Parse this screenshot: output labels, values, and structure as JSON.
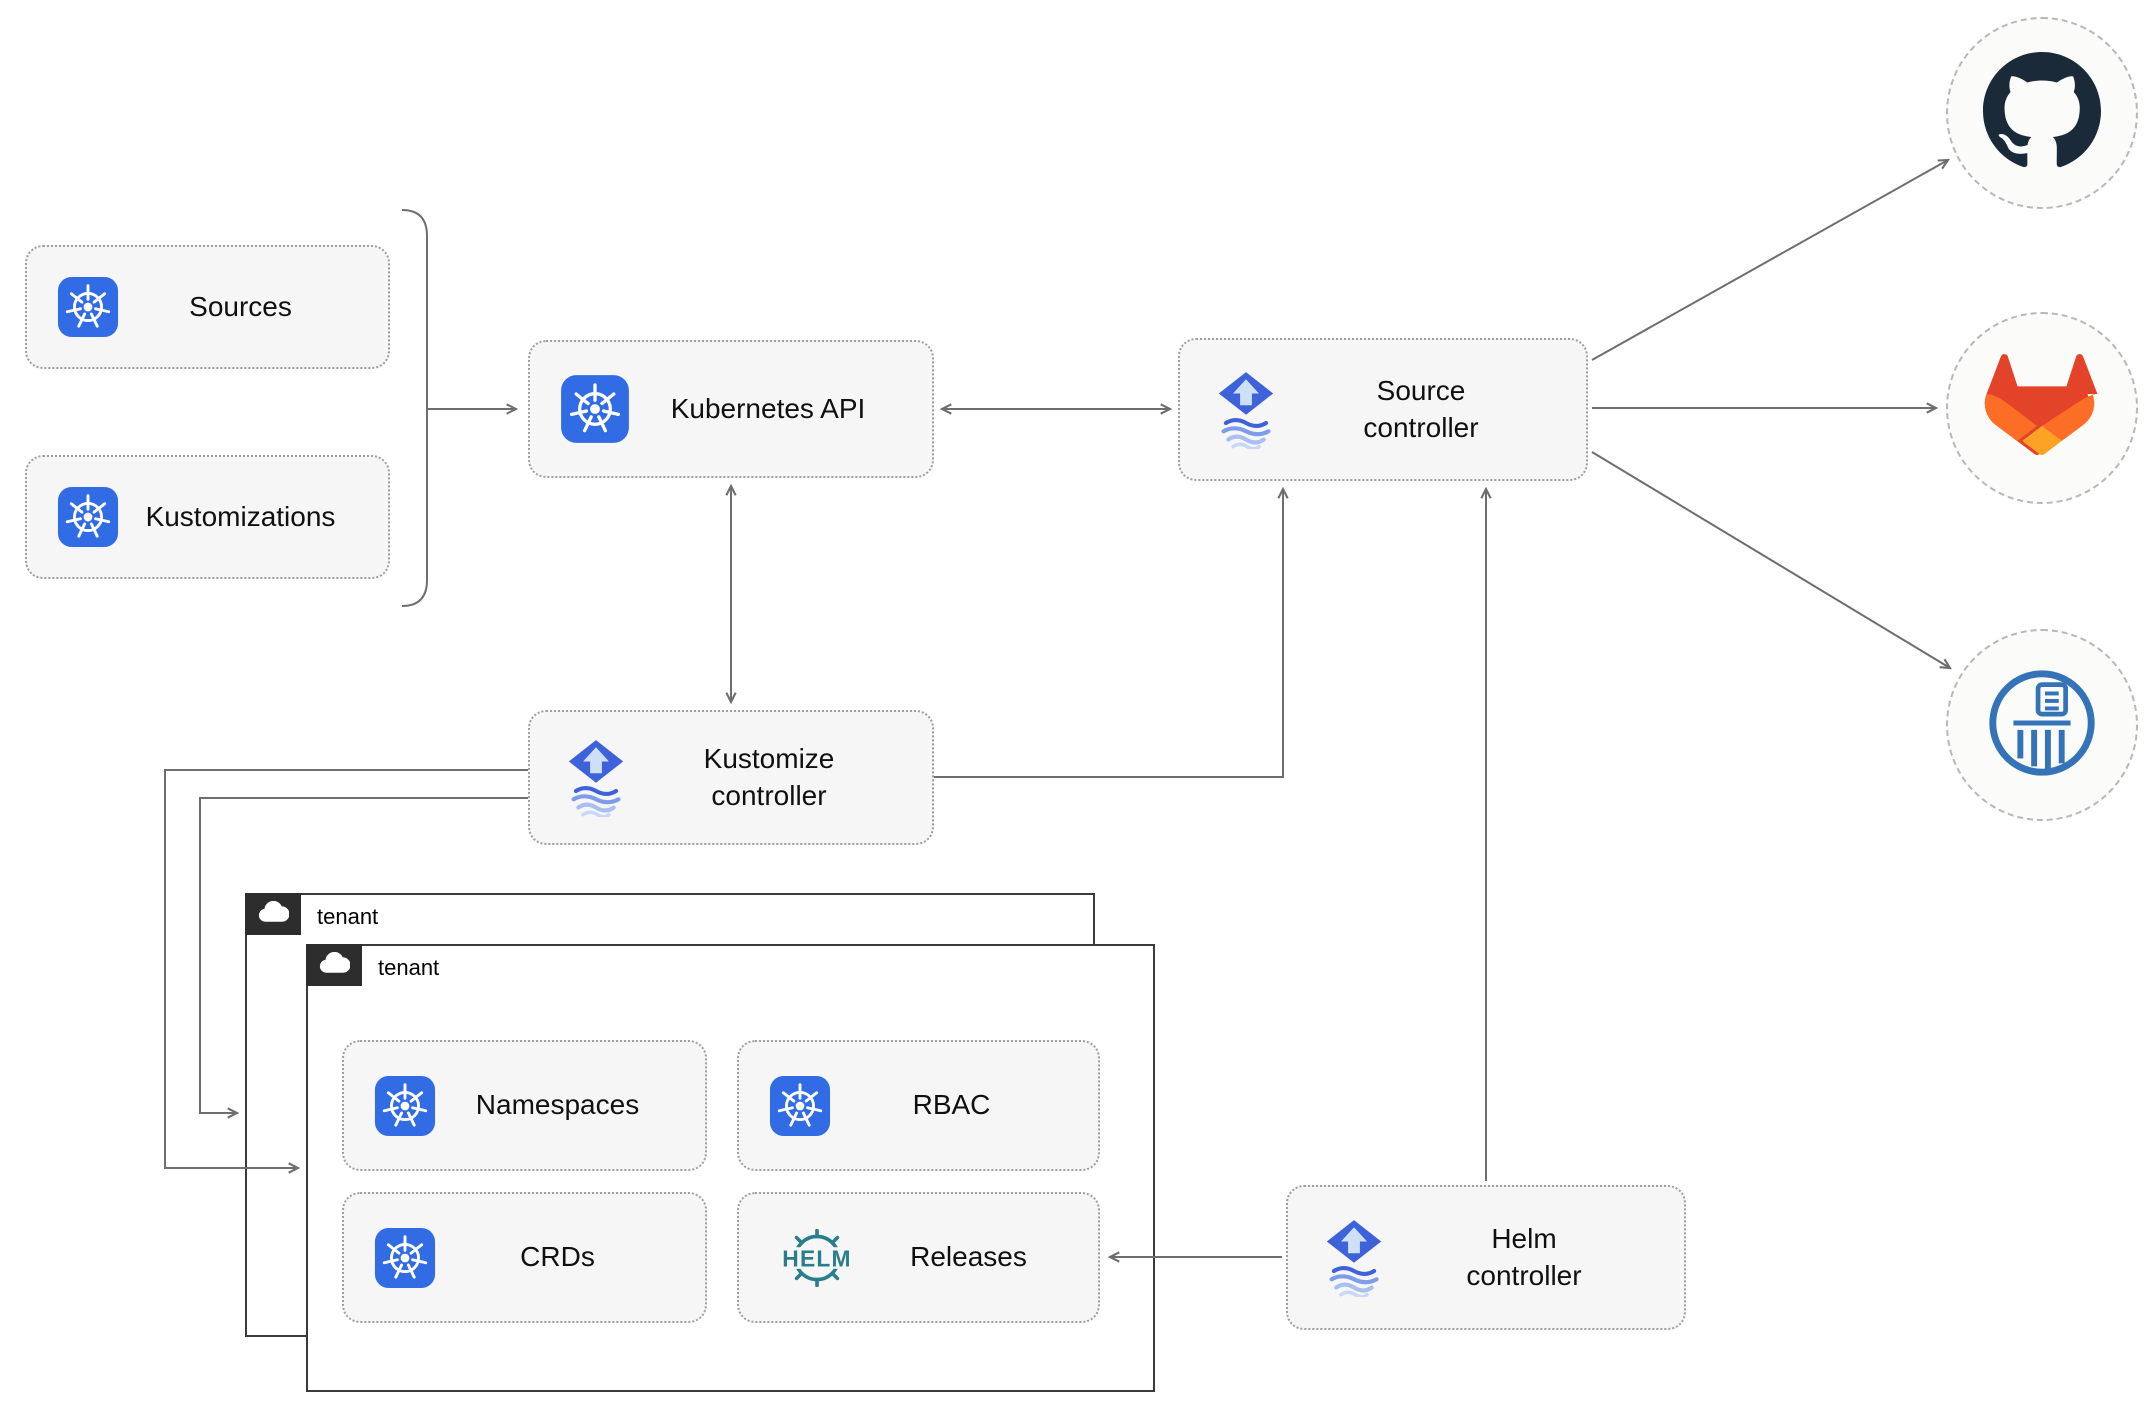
{
  "diagram": {
    "nodes": {
      "sources": {
        "label": "Sources",
        "icon": "kubernetes-icon"
      },
      "kustomizations": {
        "label": "Kustomizations",
        "icon": "kubernetes-icon"
      },
      "kubernetes_api": {
        "label": "Kubernetes API",
        "icon": "kubernetes-icon"
      },
      "source_controller": {
        "label": "Source\ncontroller",
        "icon": "flux-icon"
      },
      "kustomize_controller": {
        "label": "Kustomize\ncontroller",
        "icon": "flux-icon"
      },
      "helm_controller": {
        "label": "Helm\ncontroller",
        "icon": "flux-icon"
      },
      "tenant_back": {
        "label": "tenant",
        "icon": "cloud-icon"
      },
      "tenant_front": {
        "label": "tenant",
        "icon": "cloud-icon"
      },
      "namespaces": {
        "label": "Namespaces",
        "icon": "kubernetes-icon"
      },
      "rbac": {
        "label": "RBAC",
        "icon": "kubernetes-icon"
      },
      "crds": {
        "label": "CRDs",
        "icon": "kubernetes-icon"
      },
      "releases": {
        "label": "Releases",
        "icon": "helm-icon",
        "icon_text": "HELM"
      },
      "github": {
        "icon": "github-icon"
      },
      "gitlab": {
        "icon": "gitlab-icon"
      },
      "registry": {
        "icon": "registry-icon"
      }
    },
    "edges": [
      {
        "from": "sources+kustomizations",
        "to": "kubernetes_api",
        "style": "arrow"
      },
      {
        "from": "kubernetes_api",
        "to": "source_controller",
        "style": "bidirectional"
      },
      {
        "from": "kubernetes_api",
        "to": "kustomize_controller",
        "style": "bidirectional"
      },
      {
        "from": "kustomize_controller",
        "to": "source_controller",
        "style": "arrow"
      },
      {
        "from": "helm_controller",
        "to": "source_controller",
        "style": "arrow"
      },
      {
        "from": "source_controller",
        "to": "github",
        "style": "arrow"
      },
      {
        "from": "source_controller",
        "to": "gitlab",
        "style": "arrow"
      },
      {
        "from": "source_controller",
        "to": "registry",
        "style": "arrow"
      },
      {
        "from": "kustomize_controller",
        "to": "tenant_front",
        "style": "arrow"
      },
      {
        "from": "kustomize_controller",
        "to": "tenant_back",
        "style": "arrow"
      },
      {
        "from": "helm_controller",
        "to": "releases",
        "style": "arrow"
      }
    ],
    "colors": {
      "kubernetes_blue": "#326CE5",
      "flux_blue": "#3D62D9",
      "helm_teal": "#2A7E8C",
      "github_dark": "#1B2A38",
      "gitlab_red": "#E24329",
      "gitlab_orange": "#FC6D26",
      "gitlab_yellow": "#FCA326",
      "registry_blue": "#3573B9",
      "arrow_gray": "#6E6E6E"
    }
  }
}
